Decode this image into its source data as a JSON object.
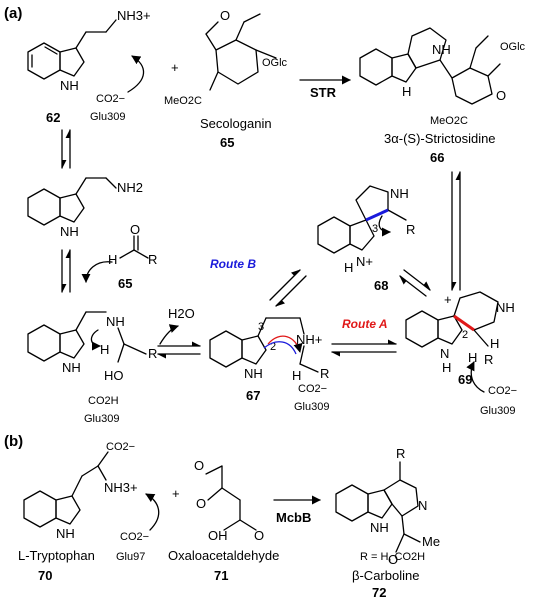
{
  "parts": {
    "a": "(a)",
    "b": "(b)"
  },
  "compounds": {
    "c62": {
      "number": "62",
      "nh3_label": "NH3+"
    },
    "c65a": {
      "number": "65",
      "name": "Secologanin",
      "oglc": "OGlc",
      "ester": "MeO2C"
    },
    "c66": {
      "number": "66",
      "name": "3α-(S)-Strictosidine",
      "oglc": "OGlc",
      "ester": "MeO2C",
      "nh": "NH",
      "indole_nh": "H"
    },
    "c62b": {
      "nh2": "NH2"
    },
    "c65b": {
      "number": "65",
      "o": "O",
      "h": "H",
      "r": "R"
    },
    "c68": {
      "number": "68",
      "nh": "NH",
      "r": "R",
      "pos": "3",
      "nh_plus": "N+",
      "h": "H"
    },
    "hemi": {
      "nh": "NH",
      "h": "H",
      "ho": "HO",
      "r": "R",
      "co2h": "CO2H",
      "glu": "Glu309"
    },
    "c67": {
      "number": "67",
      "pos3": "3",
      "pos2": "2",
      "nh_plus": "NH+",
      "h": "H",
      "r": "R"
    },
    "c69": {
      "number": "69",
      "nh": "NH",
      "h": "H",
      "r": "R",
      "pos": "2",
      "plus": "+"
    },
    "c70": {
      "number": "70",
      "name": "L-Tryptophan",
      "nh3_label": "NH3+",
      "co2": "CO2−"
    },
    "c71": {
      "number": "71",
      "name": "Oxaloacetaldehyde",
      "o": "O",
      "oh": "OH"
    },
    "c72": {
      "number": "72",
      "name": "β-Carboline",
      "r": "R",
      "n": "N",
      "me": "Me",
      "rdef": "R = H, CO2H",
      "o": "O"
    }
  },
  "glu": {
    "g62": "Glu309",
    "g67": "Glu309",
    "g69": "Glu309",
    "g70": "Glu97",
    "co2_62": "CO2−",
    "co2_67": "CO2−",
    "co2_69": "CO2−",
    "co2_70": "CO2−"
  },
  "misc": {
    "plus_a": "+",
    "plus_b": "+",
    "h2o": "H2O"
  },
  "arrows": {
    "str": "STR",
    "mcbb": "McbB",
    "routeA": "Route A",
    "routeB": "Route B"
  },
  "colors": {
    "routeA": "#e01818",
    "routeB": "#1a1adb",
    "bond_new_A": "#e01818",
    "bond_new_B": "#1a1adb"
  }
}
